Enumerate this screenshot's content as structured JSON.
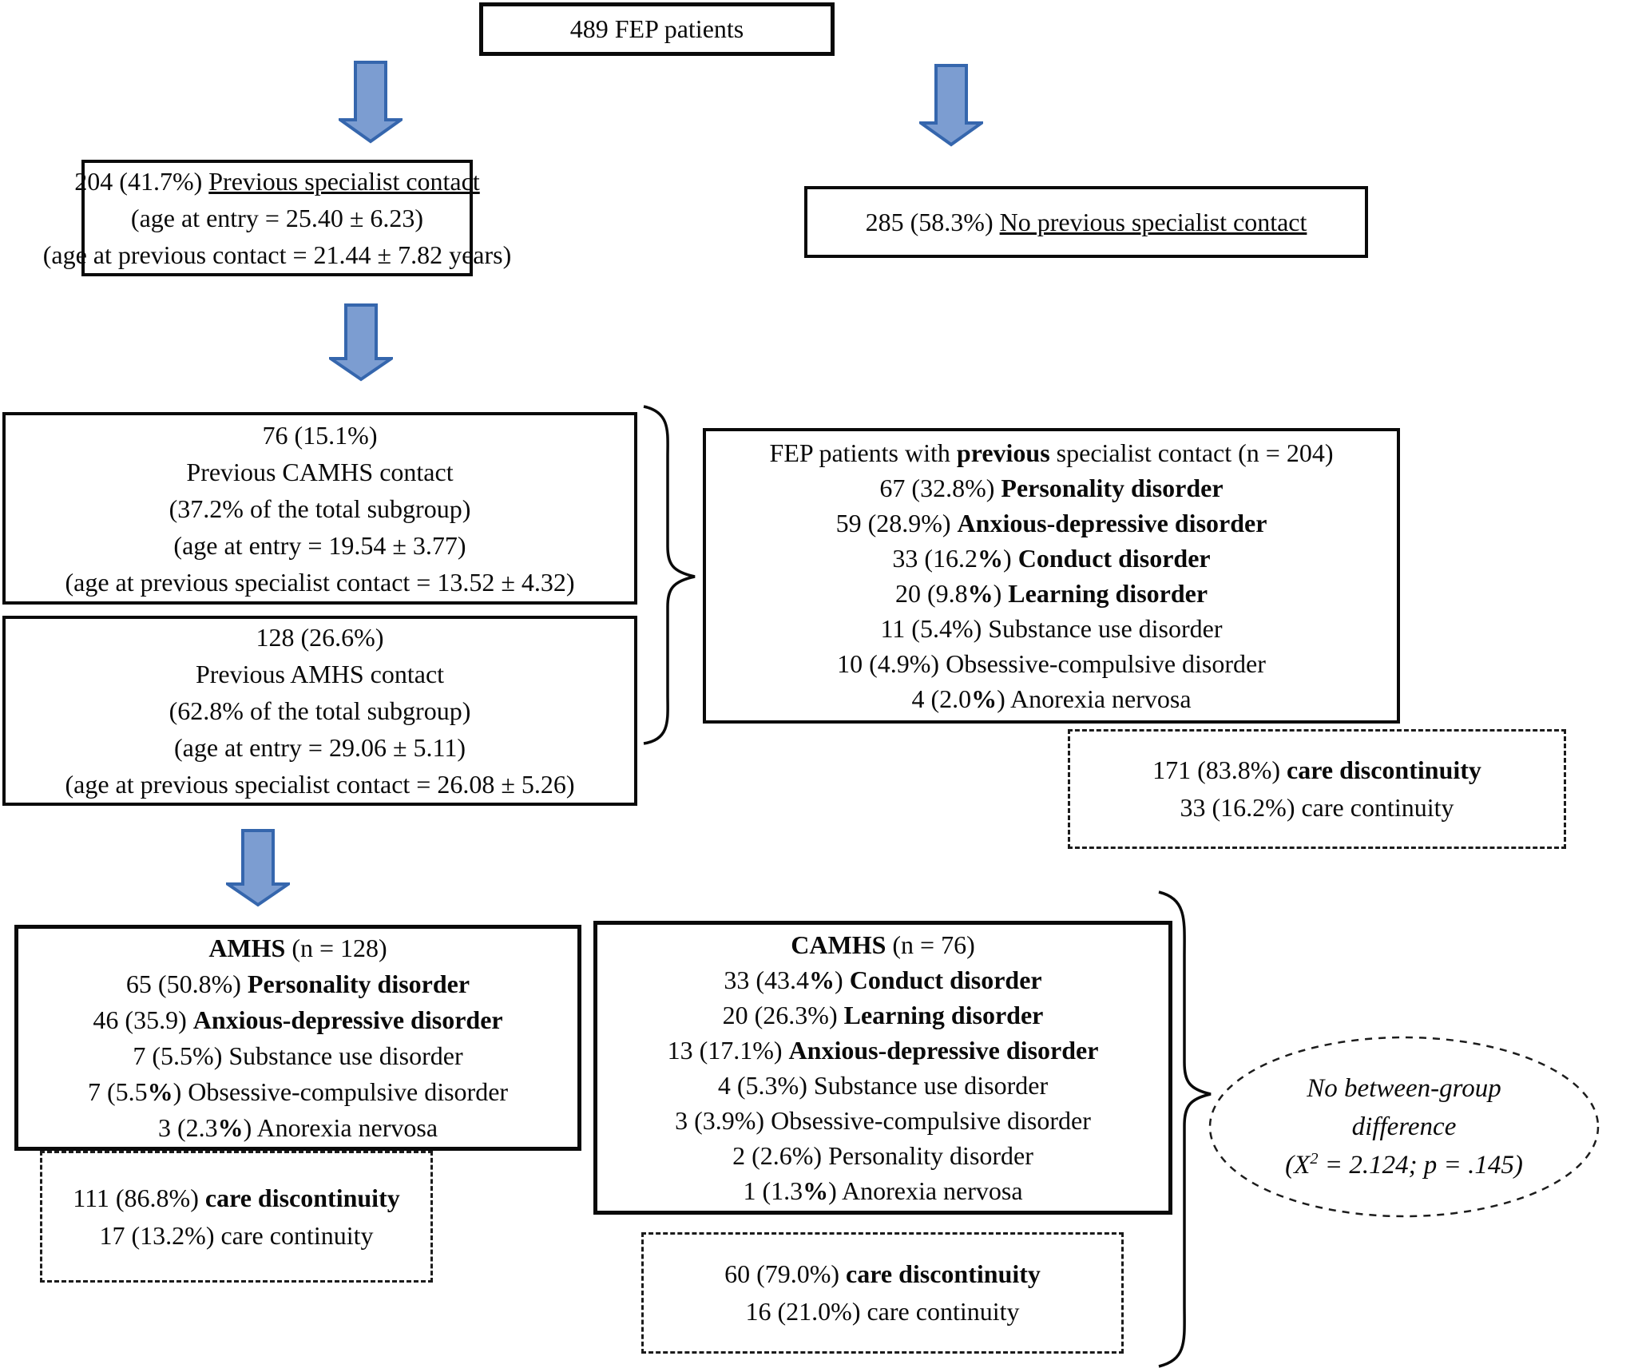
{
  "colors": {
    "arrow_fill": "#7C9DD1",
    "arrow_stroke": "#3566AD",
    "line_color": "#1c1c1c"
  },
  "nodes": {
    "total_fep": {
      "lines": [
        [
          {
            "t": "489 FEP patients"
          }
        ]
      ]
    },
    "previous_contact": {
      "lines": [
        [
          {
            "t": "204 (41.7%) "
          },
          {
            "t": "Previous specialist contact",
            "u": true
          }
        ],
        [
          {
            "t": "(age at entry = 25.40 ± 6.23)"
          }
        ],
        [
          {
            "t": "(age at previous contact = 21.44 ± 7.82 years)"
          }
        ]
      ]
    },
    "no_previous_contact": {
      "lines": [
        [
          {
            "t": "285 (58.3%) "
          },
          {
            "t": "No previous specialist contact",
            "u": true
          }
        ]
      ]
    },
    "camhs_contact": {
      "lines": [
        [
          {
            "t": "76 (15.1%)"
          }
        ],
        [
          {
            "t": "Previous CAMHS contact"
          }
        ],
        [
          {
            "t": "(37.2% of the total subgroup)"
          }
        ],
        [
          {
            "t": "(age at entry = 19.54 ± 3.77)"
          }
        ],
        [
          {
            "t": "(age at previous specialist contact = 13.52 ± 4.32)"
          }
        ]
      ]
    },
    "amhs_contact": {
      "lines": [
        [
          {
            "t": "128 (26.6%)"
          }
        ],
        [
          {
            "t": "Previous AMHS contact"
          }
        ],
        [
          {
            "t": "(62.8% of the total subgroup)"
          }
        ],
        [
          {
            "t": "(age at entry = 29.06 ± 5.11)"
          }
        ],
        [
          {
            "t": "(age at previous specialist contact = 26.08 ± 5.26)"
          }
        ]
      ]
    },
    "fep_diagnoses": {
      "lines": [
        [
          {
            "t": "FEP patients with "
          },
          {
            "t": "previous",
            "b": true
          },
          {
            "t": " specialist contact (n = 204)"
          }
        ],
        [
          {
            "t": "67 (32.8%) "
          },
          {
            "t": "Personality disorder",
            "b": true
          }
        ],
        [
          {
            "t": "59 (28.9%) "
          },
          {
            "t": "Anxious-depressive disorder",
            "b": true
          }
        ],
        [
          {
            "t": "33 (16.2"
          },
          {
            "t": "%",
            "b": true
          },
          {
            "t": ") "
          },
          {
            "t": "Conduct disorder",
            "b": true
          }
        ],
        [
          {
            "t": "20 (9.8"
          },
          {
            "t": "%",
            "b": true
          },
          {
            "t": ") "
          },
          {
            "t": "Learning disorder",
            "b": true
          }
        ],
        [
          {
            "t": "11 (5.4%) Substance use disorder"
          }
        ],
        [
          {
            "t": "10 (4.9%) Obsessive-compulsive disorder"
          }
        ],
        [
          {
            "t": "4 (2.0"
          },
          {
            "t": "%",
            "b": true
          },
          {
            "t": ") Anorexia nervosa"
          }
        ]
      ]
    },
    "care_204": {
      "lines": [
        [
          {
            "t": "171 (83.8%) "
          },
          {
            "t": "care discontinuity",
            "b": true
          }
        ],
        [
          {
            "t": "33 (16.2%) care continuity"
          }
        ]
      ]
    },
    "amhs_diagnoses": {
      "lines": [
        [
          {
            "t": "AMHS",
            "b": true
          },
          {
            "t": " (n = 128)"
          }
        ],
        [
          {
            "t": "65 (50.8%) "
          },
          {
            "t": "Personality disorder",
            "b": true
          }
        ],
        [
          {
            "t": "46 (35.9) "
          },
          {
            "t": "Anxious-depressive disorder",
            "b": true
          }
        ],
        [
          {
            "t": "7 (5.5%) Substance use disorder"
          }
        ],
        [
          {
            "t": "7 (5.5"
          },
          {
            "t": "%",
            "b": true
          },
          {
            "t": ") Obsessive-compulsive disorder"
          }
        ],
        [
          {
            "t": "3 (2.3"
          },
          {
            "t": "%",
            "b": true
          },
          {
            "t": ") Anorexia nervosa"
          }
        ]
      ]
    },
    "care_amhs": {
      "lines": [
        [
          {
            "t": "111 (86.8%) "
          },
          {
            "t": "care discontinuity",
            "b": true
          }
        ],
        [
          {
            "t": "17 (13.2%) care continuity"
          }
        ]
      ]
    },
    "camhs_diagnoses": {
      "lines": [
        [
          {
            "t": "CAMHS",
            "b": true
          },
          {
            "t": " (n = 76)"
          }
        ],
        [
          {
            "t": "33 (43.4"
          },
          {
            "t": "%",
            "b": true
          },
          {
            "t": ") "
          },
          {
            "t": "Conduct disorder",
            "b": true
          }
        ],
        [
          {
            "t": "20 (26.3%) "
          },
          {
            "t": "Learning disorder",
            "b": true
          }
        ],
        [
          {
            "t": "13 (17.1%) "
          },
          {
            "t": "Anxious-depressive disorder",
            "b": true
          }
        ],
        [
          {
            "t": "4 (5.3%) Substance use disorder"
          }
        ],
        [
          {
            "t": "3 (3.9%) Obsessive-compulsive disorder"
          }
        ],
        [
          {
            "t": "2 (2.6%) Personality disorder"
          }
        ],
        [
          {
            "t": "1 (1.3"
          },
          {
            "t": "%",
            "b": true
          },
          {
            "t": ") Anorexia nervosa"
          }
        ]
      ]
    },
    "care_camhs": {
      "lines": [
        [
          {
            "t": "60 (79.0%) "
          },
          {
            "t": "care discontinuity",
            "b": true
          }
        ],
        [
          {
            "t": "16 (21.0%) care continuity"
          }
        ]
      ]
    },
    "no_difference": {
      "lines": [
        [
          {
            "t": "No between-group"
          }
        ],
        [
          {
            "t": "difference"
          }
        ],
        [
          {
            "t": "(X"
          },
          {
            "t": "2",
            "sup": true
          },
          {
            "t": " = 2.124; p = .145)"
          }
        ]
      ]
    }
  }
}
